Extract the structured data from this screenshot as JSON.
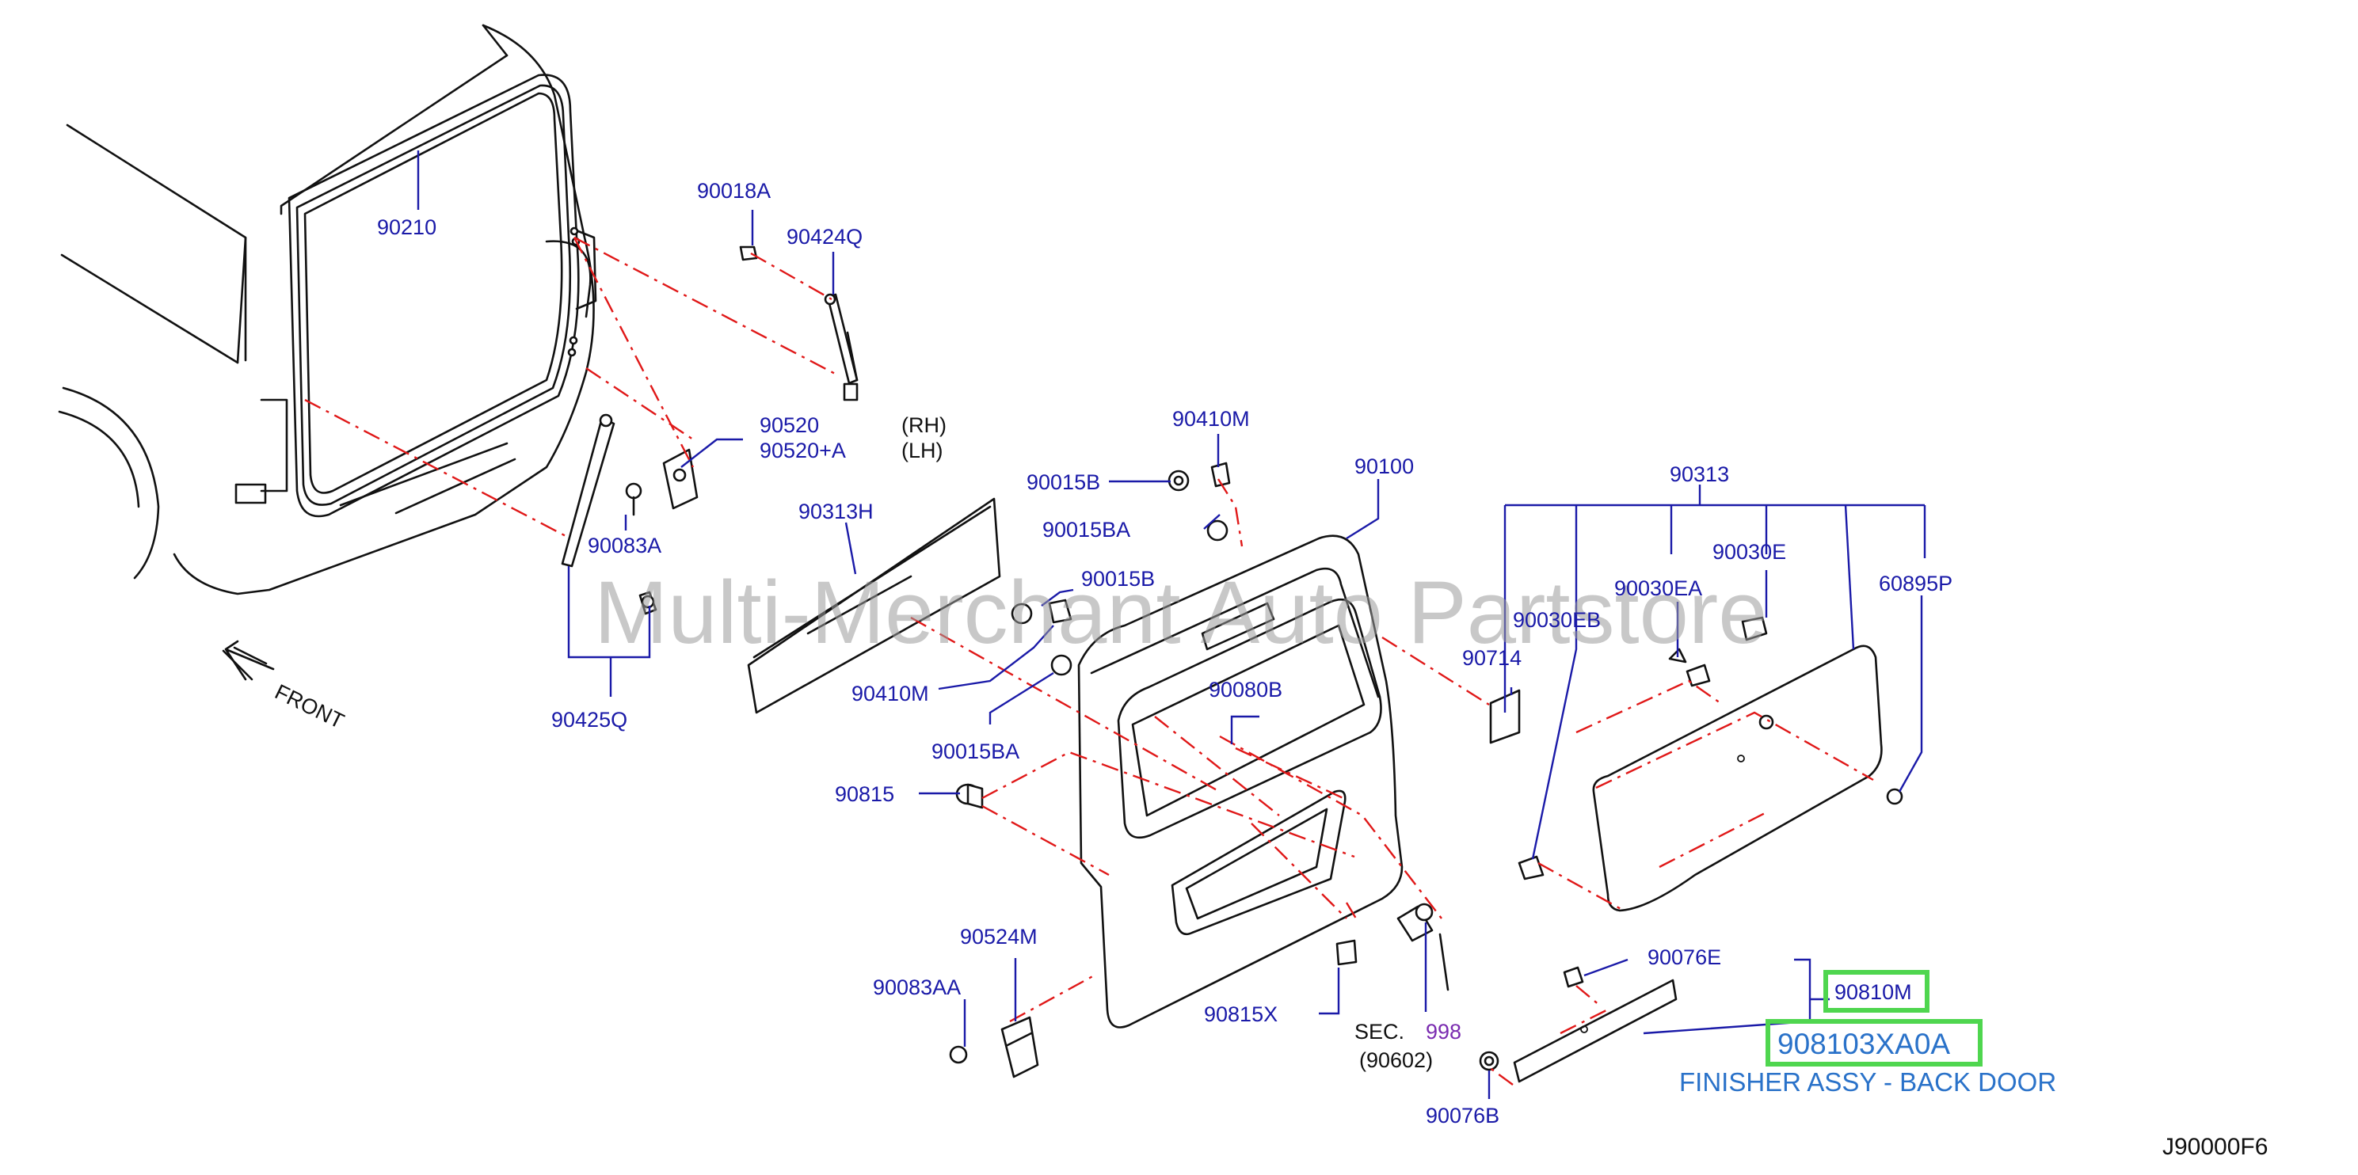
{
  "diagram": {
    "watermark": "Multi-Merchant Auto Partstore",
    "drawing_code": "J90000F6",
    "front_label": "FRONT",
    "sec_label": "SEC.",
    "sec_number": "998",
    "sec_ref": "(90602)",
    "assembly_caption": "FINISHER ASSY - BACK DOOR",
    "highlighted_part": "90810M",
    "highlighted_assembly": "908103XA0A",
    "parts": {
      "p90210": "90210",
      "p90018A": "90018A",
      "p90424Q": "90424Q",
      "p90520": "90520",
      "p90520A": "90520+A",
      "rh": "(RH)",
      "lh": "(LH)",
      "p90083A": "90083A",
      "p90425Q": "90425Q",
      "p90313H": "90313H",
      "p90410M_top": "90410M",
      "p90015B_top": "90015B",
      "p90015BA_top": "90015BA",
      "p90015B_mid": "90015B",
      "p90410M_mid": "90410M",
      "p90015BA_mid": "90015BA",
      "p90815": "90815",
      "p90100": "90100",
      "p90080B": "90080B",
      "p90524M": "90524M",
      "p90083AA": "90083AA",
      "p90815X": "90815X",
      "p90313": "90313",
      "p90030EA": "90030EA",
      "p90030E": "90030E",
      "p60895P": "60895P",
      "p90030EB": "90030EB",
      "p90714": "90714",
      "p90076E": "90076E",
      "p90076B": "90076B"
    }
  }
}
